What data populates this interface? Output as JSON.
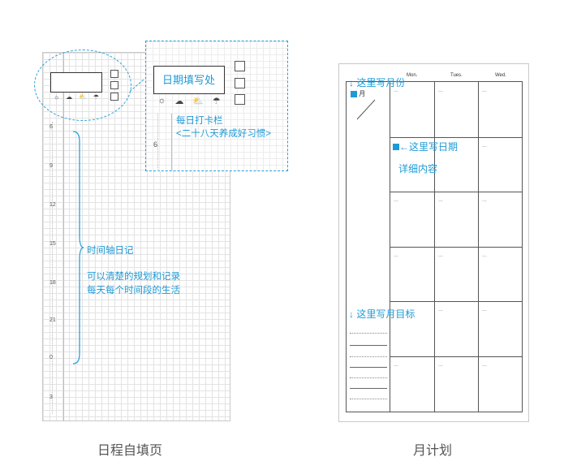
{
  "left_page": {
    "hours": [
      "6",
      "9",
      "12",
      "15",
      "18",
      "21",
      "0",
      "3"
    ],
    "zoom_hour": "6",
    "weather_icons": [
      "☼",
      "☁",
      "⛅",
      "☂"
    ],
    "date_label": "日期填写处",
    "checkin_label": "每日打卡栏",
    "checkin_sub": "<二十八天养成好习惯>",
    "timeline_label": "时间轴日记",
    "timeline_desc_1": "可以清楚的规划和记录",
    "timeline_desc_2": "每天每个时间段的生活",
    "caption": "日程自填页"
  },
  "right_page": {
    "days": [
      "Mon.",
      "Tues.",
      "Wed."
    ],
    "cell_mark": "...",
    "month_mark": "月",
    "note_month": "↓ 这里写月份",
    "note_date": "←这里写日期",
    "note_detail": "详细内容",
    "note_goal": "↓ 这里写月目标",
    "caption": "月计划"
  },
  "colors": {
    "accent": "#1e9ad6",
    "grid": "#e3e3e3",
    "line": "#555555"
  }
}
